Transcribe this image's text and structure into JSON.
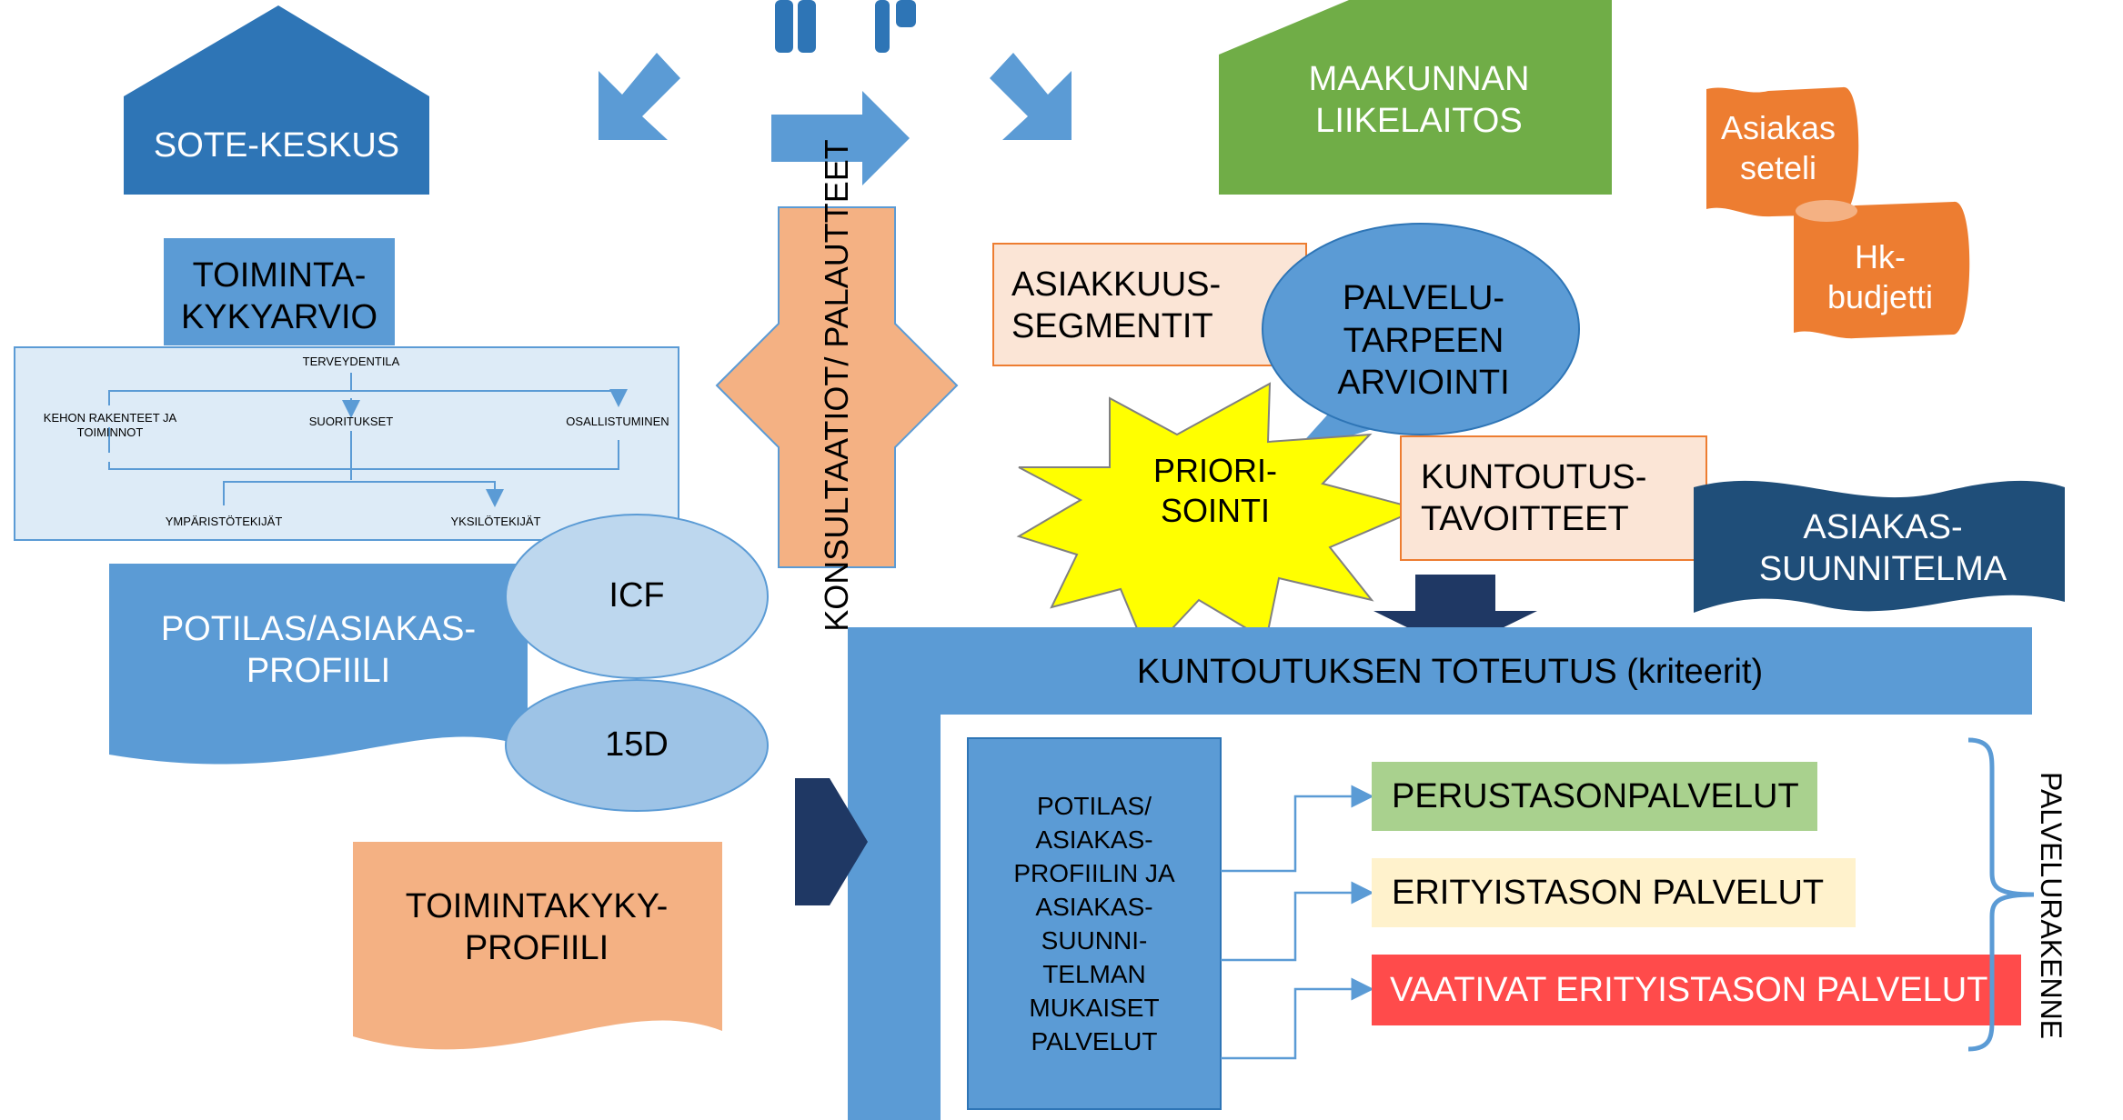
{
  "sote_keskus": "SOTE-KESKUS",
  "maakunnan_liikelaitos": "MAAKUNNAN\nLIIKELAITOS",
  "asiakasseteli": "Asiakas\nseteli",
  "hk_budjetti": "Hk-\nbudjetti",
  "toimintakykyarvio": "TOIMINTA-\nKYKYARVIO",
  "icf_model": {
    "terveydentila": "TERVEYDENTILA",
    "kehon": "KEHON RAKENTEET JA\nTOIMINNOT",
    "suoritukset": "SUORITUKSET",
    "osallistuminen": "OSALLISTUMINEN",
    "ymparisto": "YMPÄRISTÖTEKIJÄT",
    "yksilo": "YKSILÖTEKIJÄT"
  },
  "konsultaatiot": "KONSULTAATIOT/\nPALAUTTEET",
  "asiakkuussegmentit": "ASIAKKUUS-\nSEGMENTIT",
  "palvelutarpeen_arviointi": "PALVELU-\nTARPEEN\nARVIOINTI",
  "priorisointi": "PRIORI-\nSOINTI",
  "kuntoutustavoitteet": "KUNTOUTUS-\nTAVOITTEET",
  "asiakassuunnitelma": "ASIAKAS-\nSUUNNITELMA",
  "potilasprofiili": "POTILAS/ASIAKAS-\nPROFIILI",
  "icf": "ICF",
  "d15": "15D",
  "toimintakykyprofiili": "TOIMINTAKYKY-\nPROFIILI",
  "kuntoutuksen_toteutus": "KUNTOUTUKSEN TOTEUTUS (kriteerit)",
  "profiilin_mukaiset": "POTILAS/\nASIAKAS-\nPROFIILIN JA\nASIAKAS-\nSUUNNI-\nTELMAN\nMUKAISET\nPALVELUT",
  "perustaso": "PERUSTASONPALVELUT",
  "erityistaso": "ERITYISTASON PALVELUT",
  "vaativat": "VAATIVAT ERITYISTASON PALVELUT",
  "palvelurakenne": "PALVELURAKENNE",
  "colors": {
    "blue_dark": "#2E75B6",
    "blue_mid": "#5B9BD5",
    "navy": "#1F3864",
    "green": "#70AD47",
    "orange": "#ED7D31",
    "salmon": "#F4B183",
    "peach": "#FBE5D6",
    "light_green": "#A9D18E",
    "light_yellow": "#FFF2CC",
    "red": "#FF4B4B",
    "yellow": "#FFFF00"
  }
}
